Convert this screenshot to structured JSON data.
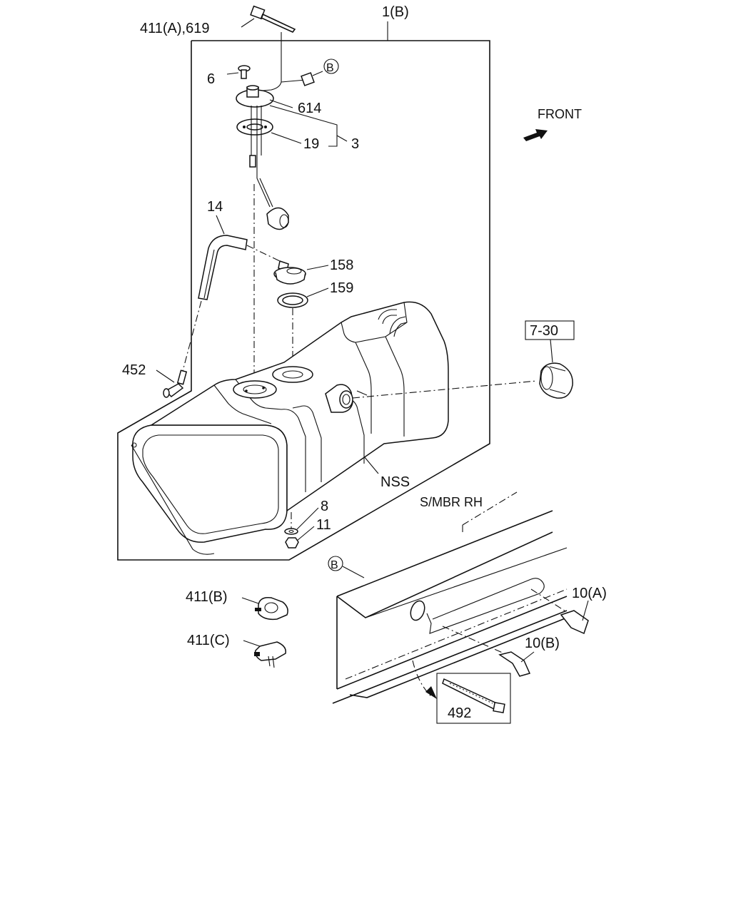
{
  "labels": {
    "assembly": "1(B)",
    "band_tie": "411(A),619",
    "screw": "6",
    "connector_ref": "B",
    "gauge_unit": "614",
    "gasket": "19",
    "sender_assy": "3",
    "front": "FRONT",
    "hose": "14",
    "filler_neck": "158",
    "packing": "159",
    "cap_ref": "7-30",
    "elbow": "452",
    "nss": "NSS",
    "washer": "8",
    "nut": "11",
    "side_member": "S/MBR RH",
    "side_member_ref": "B",
    "clip_b": "411(B)",
    "clip_c": "411(C)",
    "bracket_a": "10(A)",
    "bracket_b": "10(B)",
    "cable_tie": "492"
  },
  "icons": {
    "front_arrow": "arrow-right-icon"
  }
}
